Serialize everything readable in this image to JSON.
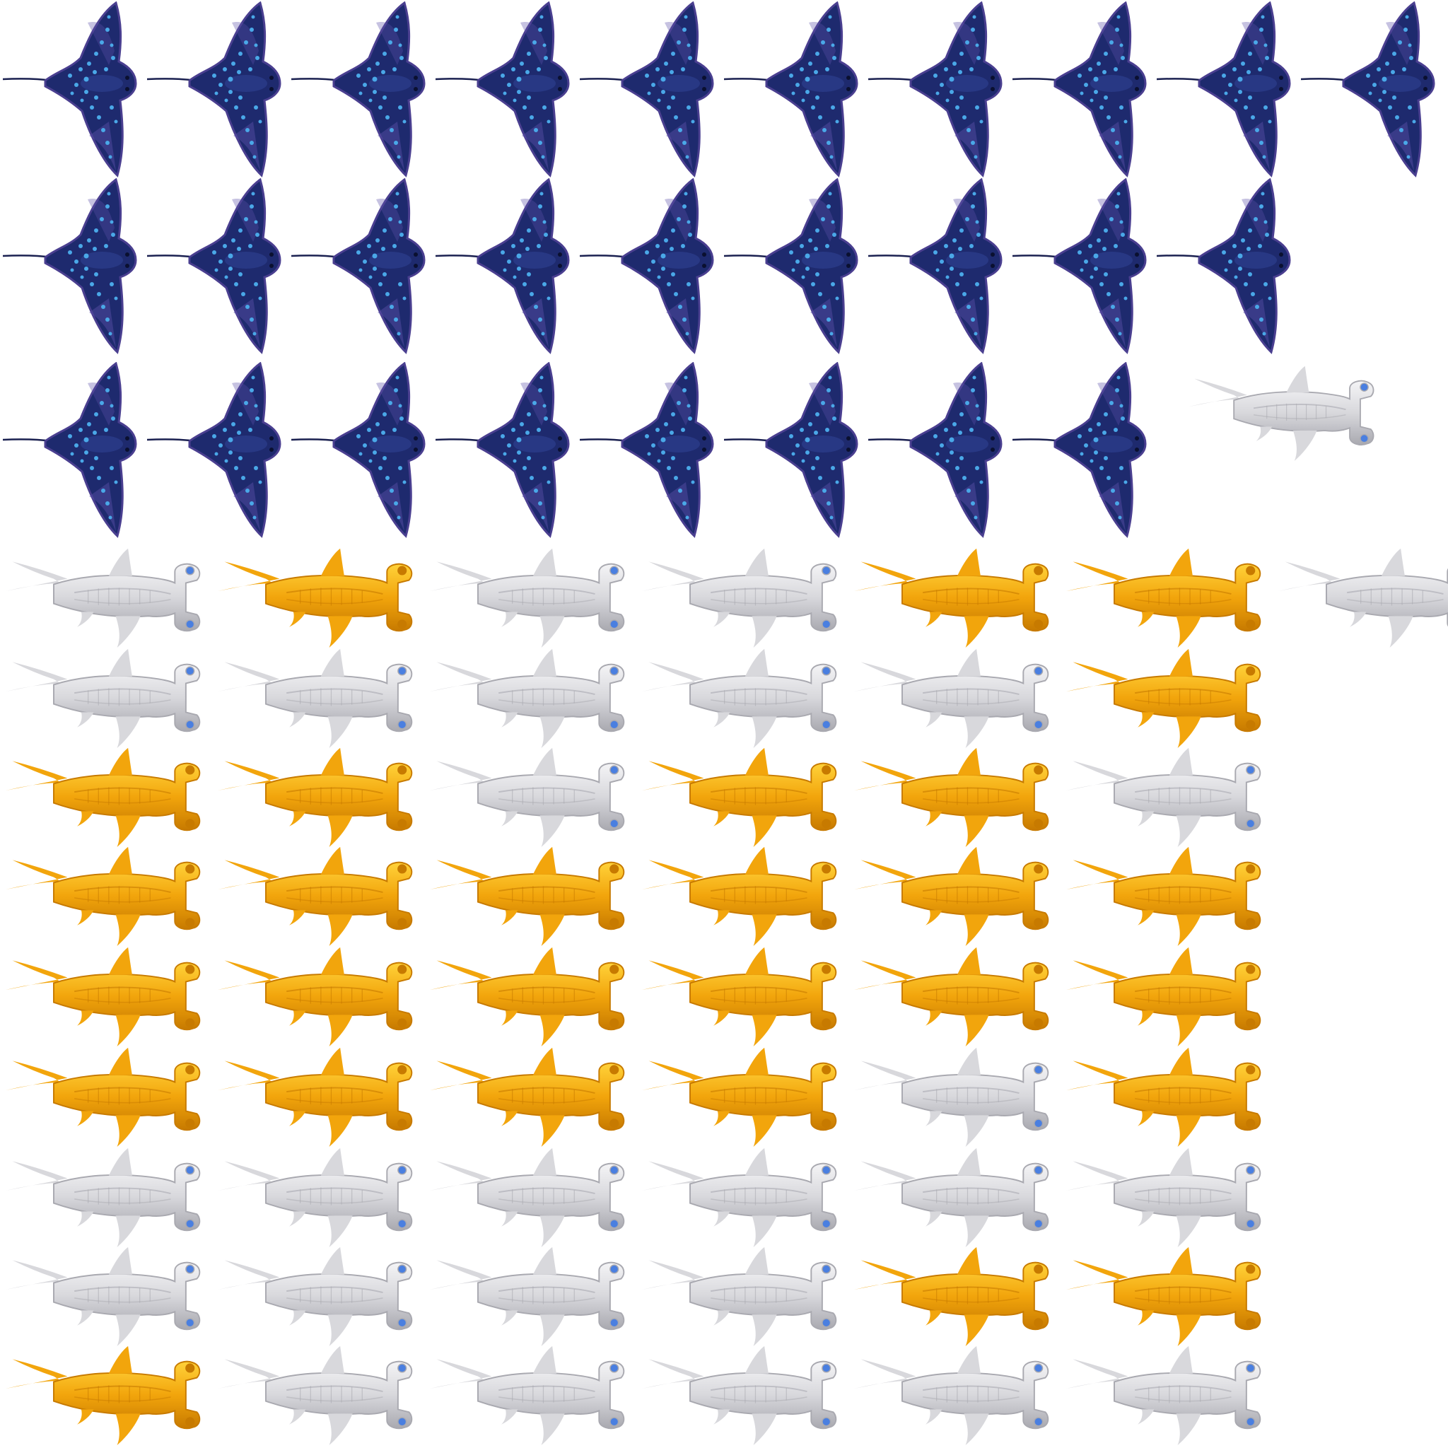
{
  "sheet": {
    "background": "#ffffff",
    "sprite_types": {
      "ray": {
        "icon": "spotted-eagle-ray-icon",
        "colors": {
          "body": "#1e2a6e",
          "edge": "#5b4fa8",
          "spot": "#4aa8e8"
        }
      },
      "shark_gold": {
        "icon": "gold-hammerhead-shark-icon",
        "colors": {
          "body": "#f2a50c",
          "light": "#ffd23a",
          "dark": "#c77a00"
        }
      },
      "shark_silver": {
        "icon": "silver-hammerhead-shark-icon",
        "colors": {
          "body": "#d8d8dc",
          "light": "#f4f4f6",
          "dark": "#a9a9b0",
          "eye": "#4a7fe0"
        }
      }
    },
    "ray_rows": [
      [
        "ray",
        "ray",
        "ray",
        "ray",
        "ray",
        "ray",
        "ray",
        "ray",
        "ray",
        "ray"
      ],
      [
        "ray",
        "ray",
        "ray",
        "ray",
        "ray",
        "ray",
        "ray",
        "ray",
        "ray"
      ],
      [
        "ray",
        "ray",
        "ray",
        "ray",
        "ray",
        "ray",
        "ray",
        "ray",
        "shark_silver"
      ]
    ],
    "shark_rows": [
      [
        "shark_silver",
        "shark_gold",
        "shark_silver",
        "shark_silver",
        "shark_gold",
        "shark_gold",
        "shark_silver"
      ],
      [
        "shark_silver",
        "shark_silver",
        "shark_silver",
        "shark_silver",
        "shark_silver",
        "shark_gold"
      ],
      [
        "shark_gold",
        "shark_gold",
        "shark_silver",
        "shark_gold",
        "shark_gold",
        "shark_silver"
      ],
      [
        "shark_gold",
        "shark_gold",
        "shark_gold",
        "shark_gold",
        "shark_gold",
        "shark_gold"
      ],
      [
        "shark_gold",
        "shark_gold",
        "shark_gold",
        "shark_gold",
        "shark_gold",
        "shark_gold"
      ],
      [
        "shark_gold",
        "shark_gold",
        "shark_gold",
        "shark_gold",
        "shark_silver",
        "shark_gold"
      ],
      [
        "shark_silver",
        "shark_silver",
        "shark_silver",
        "shark_silver",
        "shark_silver",
        "shark_silver"
      ],
      [
        "shark_silver",
        "shark_silver",
        "shark_silver",
        "shark_silver",
        "shark_gold",
        "shark_gold"
      ],
      [
        "shark_gold",
        "shark_silver",
        "shark_silver",
        "shark_silver",
        "shark_silver",
        "shark_silver"
      ]
    ]
  }
}
